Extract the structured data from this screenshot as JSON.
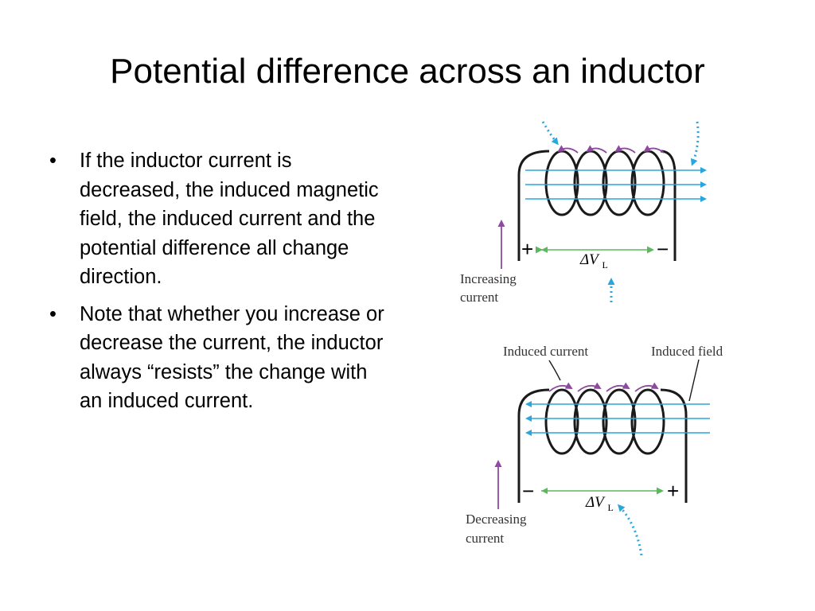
{
  "title": "Potential difference across an inductor",
  "bullets": [
    {
      "symbol": "•",
      "text": "If the inductor current is decreased, the induced magnetic field, the induced current and the potential difference all change direction."
    },
    {
      "symbol": "•",
      "text": "Note that whether you increase or decrease the current, the inductor always “resists” the change with an induced current."
    }
  ],
  "diagram_top": {
    "plus": "+",
    "minus": "−",
    "delta_v": "ΔV",
    "delta_v_sub": "L",
    "current_label_line1": "Increasing",
    "current_label_line2": "current"
  },
  "diagram_bottom": {
    "minus": "−",
    "plus": "+",
    "delta_v": "ΔV",
    "delta_v_sub": "L",
    "current_label_line1": "Decreasing",
    "current_label_line2": "current",
    "induced_current_label": "Induced current",
    "induced_field_label": "Induced field"
  },
  "colors": {
    "field_lines": "#29a7dc",
    "induced_current_arrows": "#8d4a9f",
    "current_arrow": "#8d4a9f",
    "delta_v_arrow": "#5cb85c",
    "wire": "#1a1a1a",
    "dotted_arrows": "#29a7dc"
  }
}
